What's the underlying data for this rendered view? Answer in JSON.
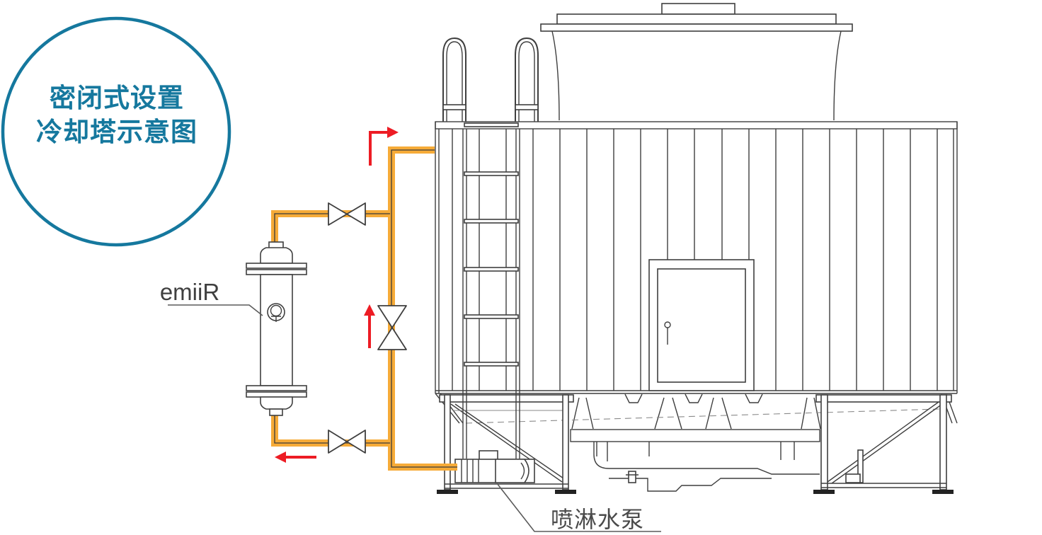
{
  "badge": {
    "line1": "密闭式设置",
    "line2": "冷却塔示意图"
  },
  "labels": {
    "device": "emiiR",
    "pump": "喷淋水泵"
  },
  "colors": {
    "accent_teal": "#15789E",
    "pipe_orange": "#F6AB38",
    "arrow_red": "#ED1C24",
    "line_dark": "#3F3F3F",
    "label_gray": "#4A4A4A",
    "background": "#FFFFFF"
  },
  "symbols": {
    "valves": "gate-valve-bowtie",
    "valve_count": 3,
    "flow_arrows": "red-flow-arrow",
    "flow_arrow_count": 3
  }
}
